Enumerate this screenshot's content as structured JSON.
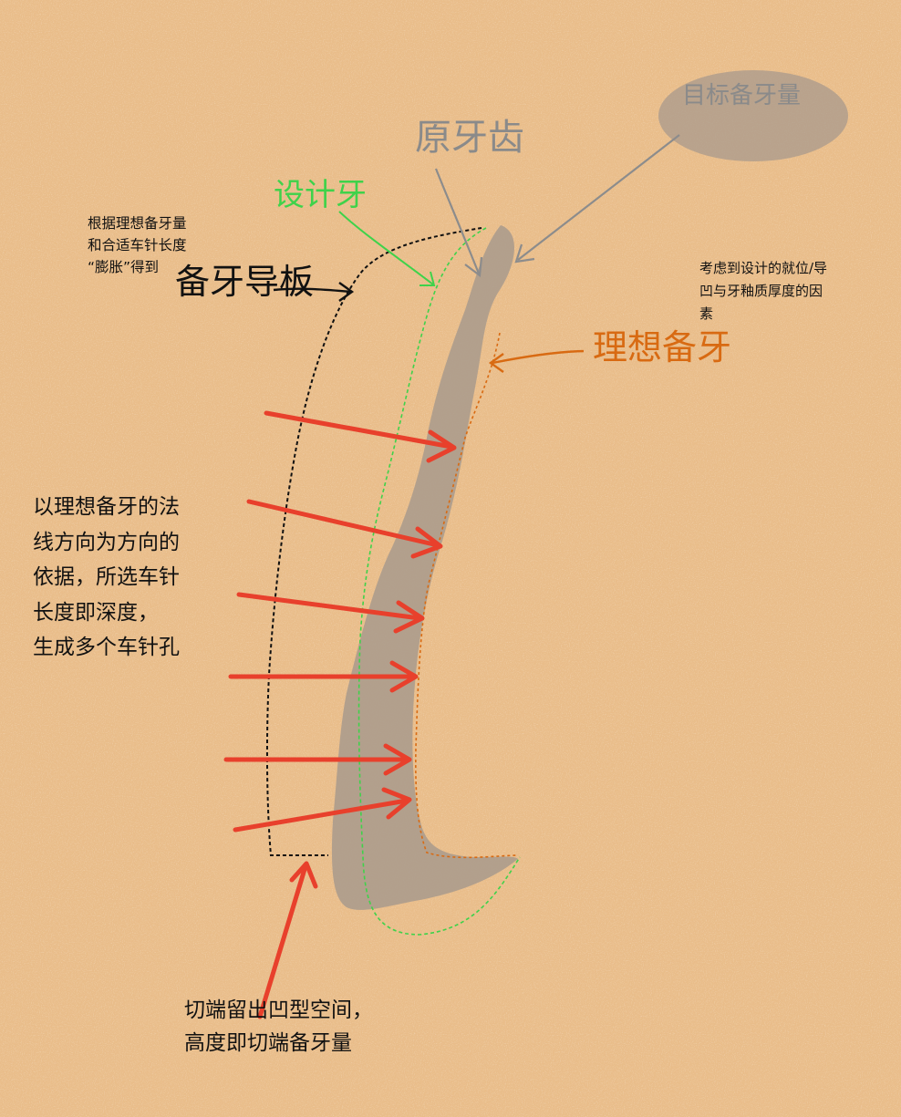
{
  "labels": {
    "target_prep": "目标备牙量",
    "original_tooth": "原牙齿",
    "design_tooth": "设计牙",
    "guide_note": "根据理想备牙量\n和合适车针长度\n“膨胀”得到",
    "guide_plate": "备牙导板",
    "factors_note": "考虑到设计的就位/导\n凹与牙釉质厚度的因\n素",
    "ideal_prep": "理想备牙",
    "normal_note": "以理想备牙的法\n线方向为方向的\n依据，所选车针\n长度即深度，\n生成多个车针孔",
    "incisal_note": "切端留出凹型空间，\n高度即切端备牙量"
  },
  "colors": {
    "background": "#e9bd8a",
    "tooth_fill": "#a89a8c",
    "guide_outline": "#111111",
    "design_outline": "#3fd24a",
    "ideal_outline": "#d86a12",
    "arrow_red": "#e8402c",
    "pointer_gray": "#8c8c8c",
    "design_text": "#3fd24a",
    "ideal_text": "#d86a12",
    "original_text": "#8a8a8a",
    "target_text": "#8a8a8a"
  },
  "icons": {
    "drill_arrows": "red-arrow-icon",
    "pointers": "arrow-icon"
  }
}
